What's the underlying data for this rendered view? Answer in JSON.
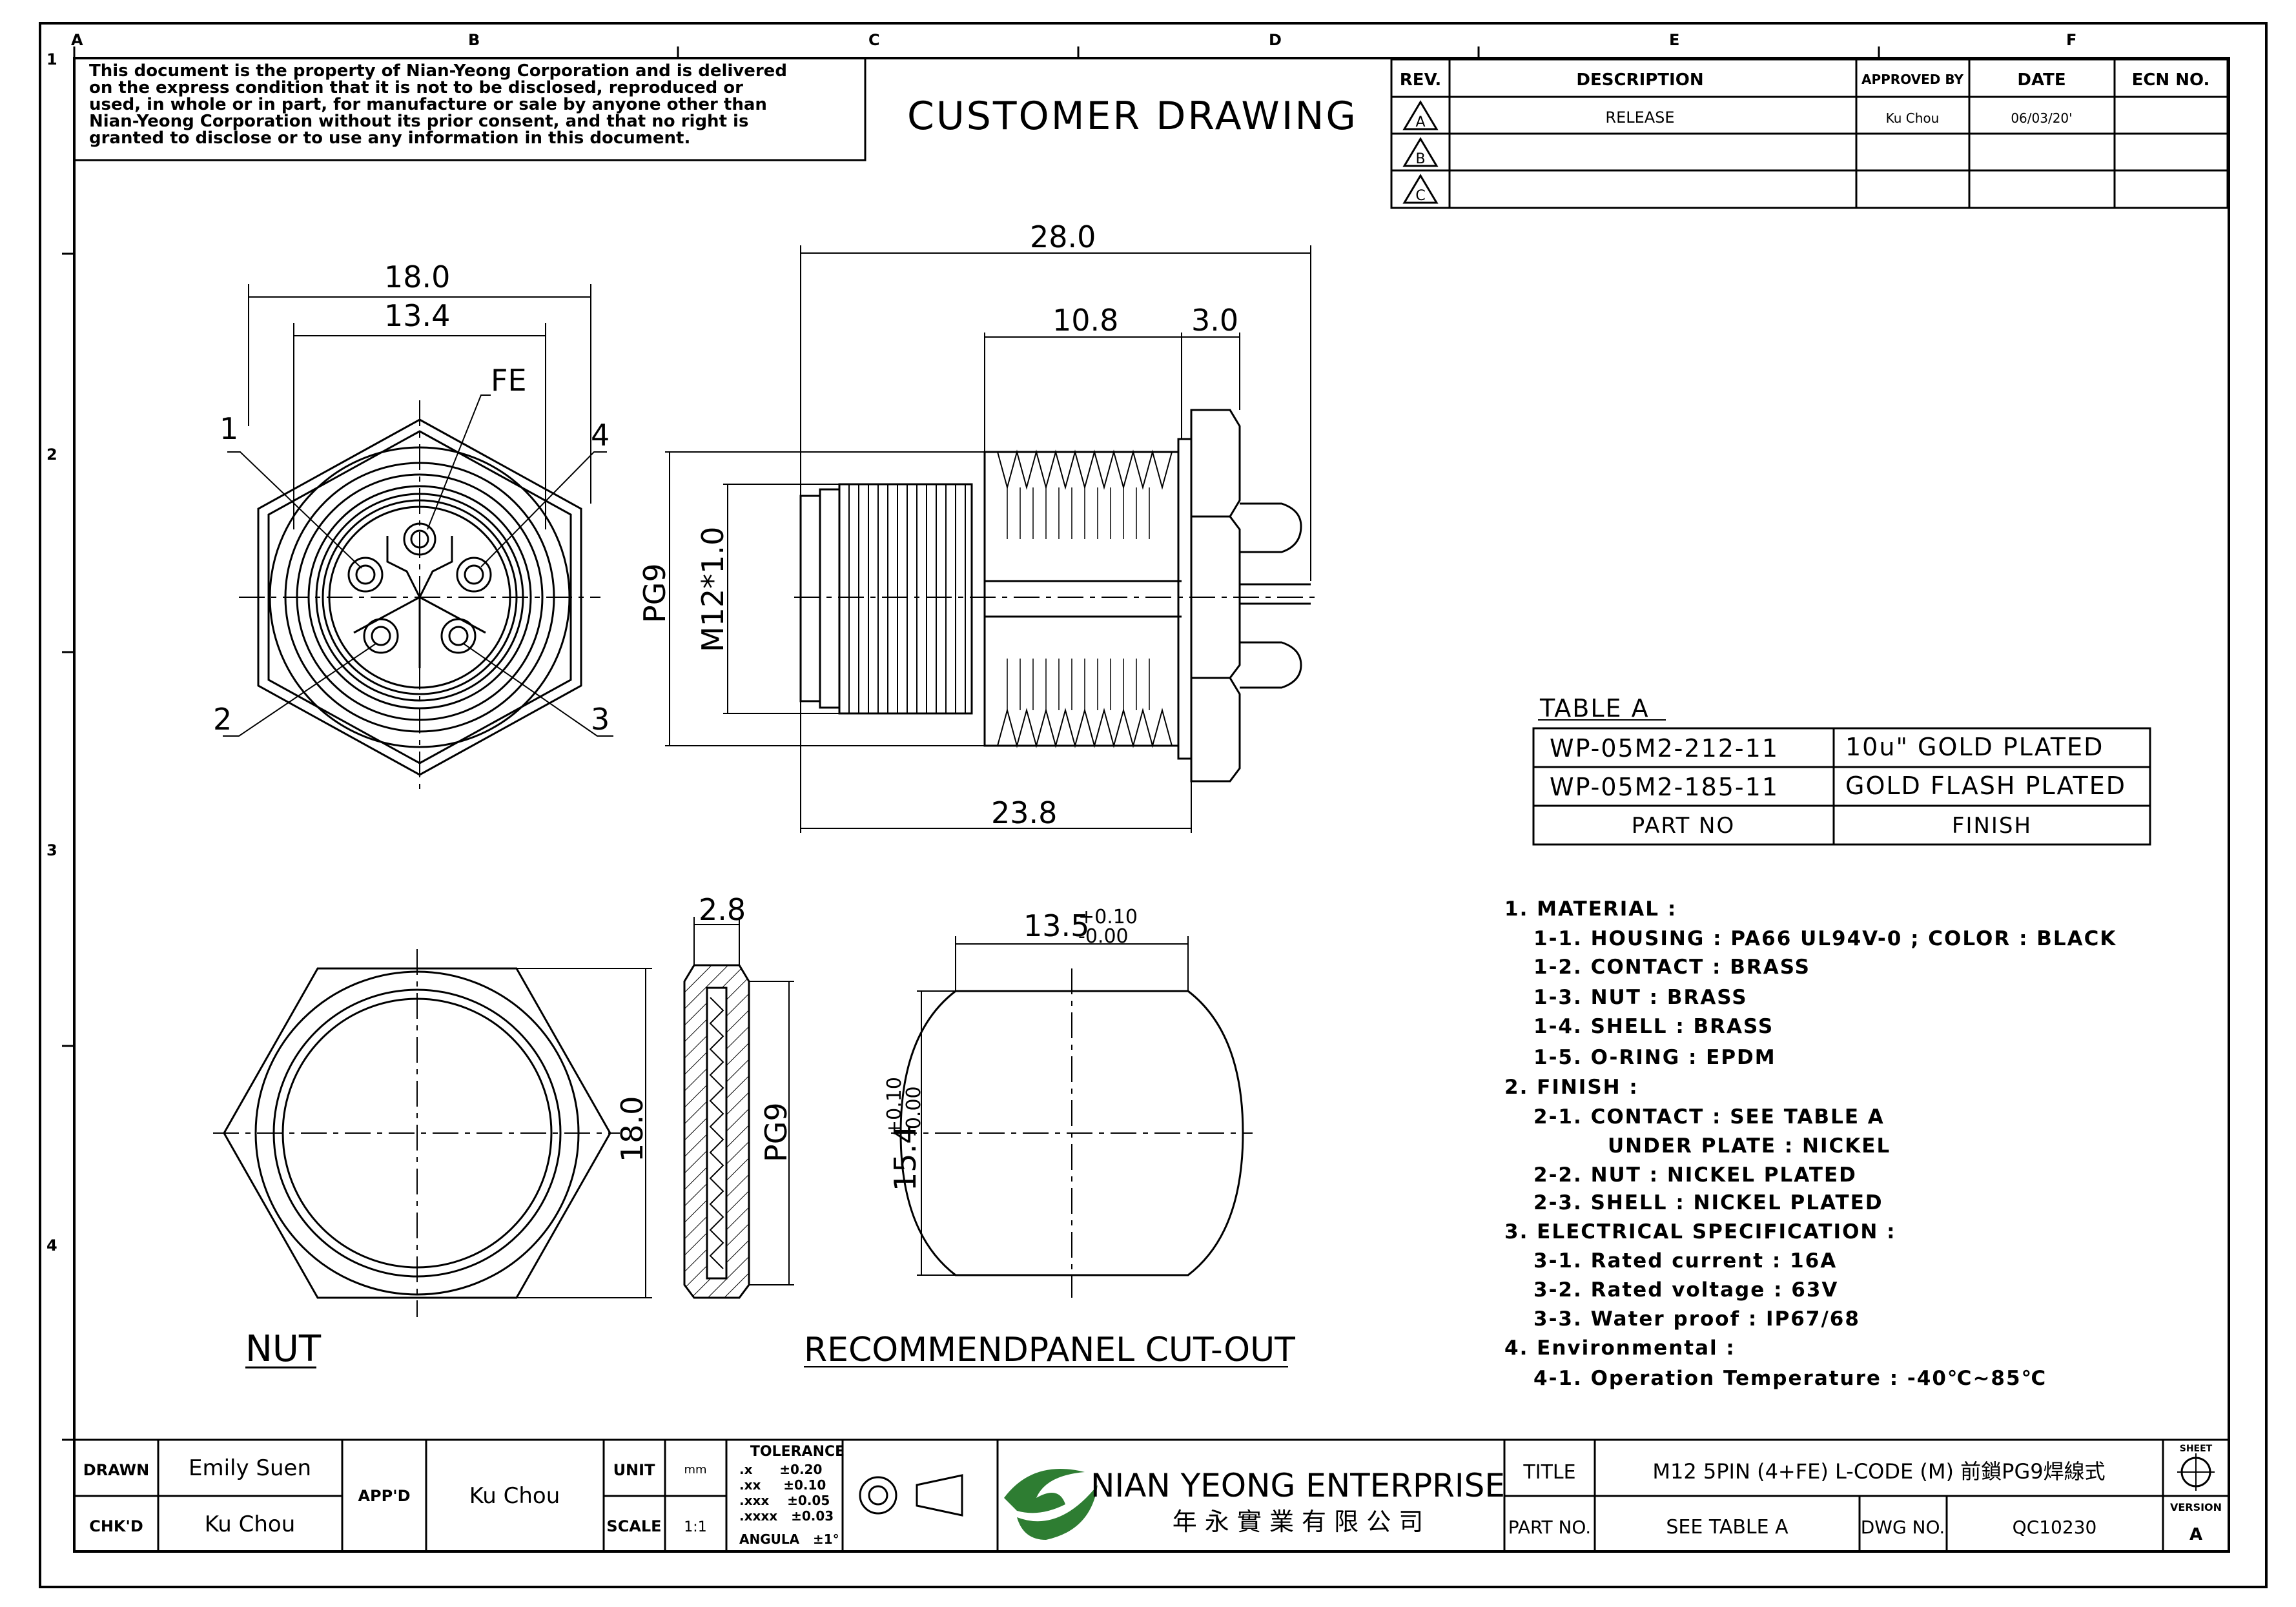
{
  "zones": {
    "columns": [
      "A",
      "B",
      "C",
      "D",
      "E",
      "F"
    ],
    "rows": [
      "1",
      "2",
      "3",
      "4"
    ]
  },
  "notice": [
    "This document is the property of Nian-Yeong Corporation and is delivered",
    "on  the  express condition that it is not to be disclosed, reproduced or",
    "used, in whole or in part, for manufacture or sale by anyone other than",
    "Nian-Yeong Corporation without  its prior consent, and that  no right  is",
    "granted to disclose or to use any information in this  document."
  ],
  "drawing_title": "CUSTOMER  DRAWING",
  "revisions": {
    "headers": [
      "REV.",
      "DESCRIPTION",
      "APPROVED BY",
      "DATE",
      "ECN NO."
    ],
    "rows": [
      {
        "rev": "A",
        "description": "RELEASE",
        "approved_by": "Ku Chou",
        "date": "06/03/20'",
        "ecn": ""
      },
      {
        "rev": "B",
        "description": "",
        "approved_by": "",
        "date": "",
        "ecn": ""
      },
      {
        "rev": "C",
        "description": "",
        "approved_by": "",
        "date": "",
        "ecn": ""
      }
    ]
  },
  "front_view": {
    "dim_outer": "18.0",
    "dim_inner": "13.4",
    "pins": [
      "1",
      "2",
      "3",
      "4",
      "FE"
    ]
  },
  "side_view": {
    "dim_total": "28.0",
    "dim_thread": "10.8",
    "dim_nut": "3.0",
    "dim_bottom": "23.8",
    "label_pg": "PG9",
    "label_m12": "M12*1.0"
  },
  "nut_view": {
    "dim_height": "18.0",
    "dim_thickness": "2.8",
    "label_pg": "PG9",
    "caption": "NUT"
  },
  "cutout_view": {
    "dim_width": "13.5",
    "dim_width_tol_plus": "+0.10",
    "dim_width_tol_minus": "-0.00",
    "dim_height": "15.4",
    "dim_height_tol_plus": "+0.10",
    "dim_height_tol_minus": "-0.00",
    "caption": "RECOMMENDPANEL CUT-OUT"
  },
  "table_a": {
    "title": "TABLE A",
    "rows": [
      {
        "part_no": "WP-05M2-212-11",
        "finish": "10u\" GOLD PLATED"
      },
      {
        "part_no": "WP-05M2-185-11",
        "finish": "GOLD FLASH PLATED"
      }
    ],
    "headers": [
      "PART NO",
      "FINISH"
    ]
  },
  "notes": [
    "1. MATERIAL :",
    "1-1. HOUSING : PA66 UL94V-0 ; COLOR : BLACK",
    "1-2. CONTACT : BRASS",
    "1-3. NUT : BRASS",
    "1-4. SHELL : BRASS",
    "1-5. O-RING : EPDM",
    "2. FINISH :",
    "2-1. CONTACT : SEE TABLE A",
    "UNDER PLATE : NICKEL",
    "2-2. NUT : NICKEL PLATED",
    "2-3. SHELL : NICKEL PLATED",
    "3. ELECTRICAL SPECIFICATION :",
    "3-1. Rated current : 16A",
    "3-2. Rated voltage : 63V",
    "3-3. Water proof : IP67/68",
    "4. Environmental :",
    "4-1. Operation Temperature : -40℃~85℃"
  ],
  "title_block": {
    "drawn_label": "DRAWN",
    "drawn_value": "Emily Suen",
    "chkd_label": "CHK'D",
    "chkd_value": "Ku Chou",
    "appd_label": "APP'D",
    "appd_value": "Ku Chou",
    "unit_label": "UNIT",
    "unit_value": "mm",
    "scale_label": "SCALE",
    "scale_value": "1:1",
    "tolerance_title": "TOLERANCE",
    "tolerances": [
      ".x      ±0.20",
      ".xx     ±0.10",
      ".xxx    ±0.05",
      ".xxxx   ±0.03",
      "ANGULA   ±1°"
    ],
    "company_en": "NIAN YEONG ENTERPRISE",
    "company_zh": "年 永 實 業 有 限 公 司",
    "title_label": "TITLE",
    "title_value": "M12 5PIN (4+FE) L-CODE (M) 前鎖PG9焊線式",
    "partno_label": "PART NO.",
    "partno_value": "SEE TABLE A",
    "dwgno_label": "DWG NO.",
    "dwgno_value": "QC10230",
    "sheet_label": "SHEET",
    "version_label": "VERSION",
    "version_value": "A"
  }
}
